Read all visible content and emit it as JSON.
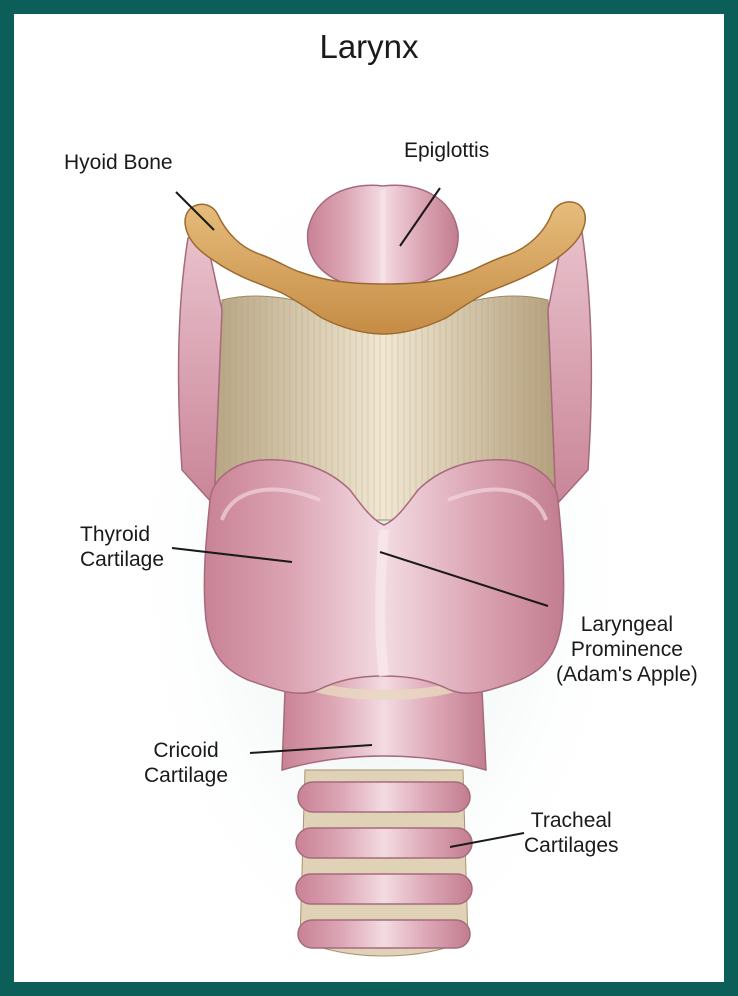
{
  "title": "Larynx",
  "labels": {
    "hyoid_bone": "Hyoid Bone",
    "epiglottis": "Epiglottis",
    "thyroid_cartilage": [
      "Thyroid",
      "Cartilage"
    ],
    "laryngeal_prominence": [
      "Laryngeal",
      "Prominence",
      "(Adam's Apple)"
    ],
    "cricoid_cartilage": [
      "Cricoid",
      "Cartilage"
    ],
    "tracheal_cartilages": [
      "Tracheal",
      "Cartilages"
    ]
  },
  "colors": {
    "frame": "#0b5f58",
    "background": "#ffffff",
    "bone": "#d9a862",
    "cartilage": "#d699a8",
    "membrane": "#e6d7bc"
  }
}
